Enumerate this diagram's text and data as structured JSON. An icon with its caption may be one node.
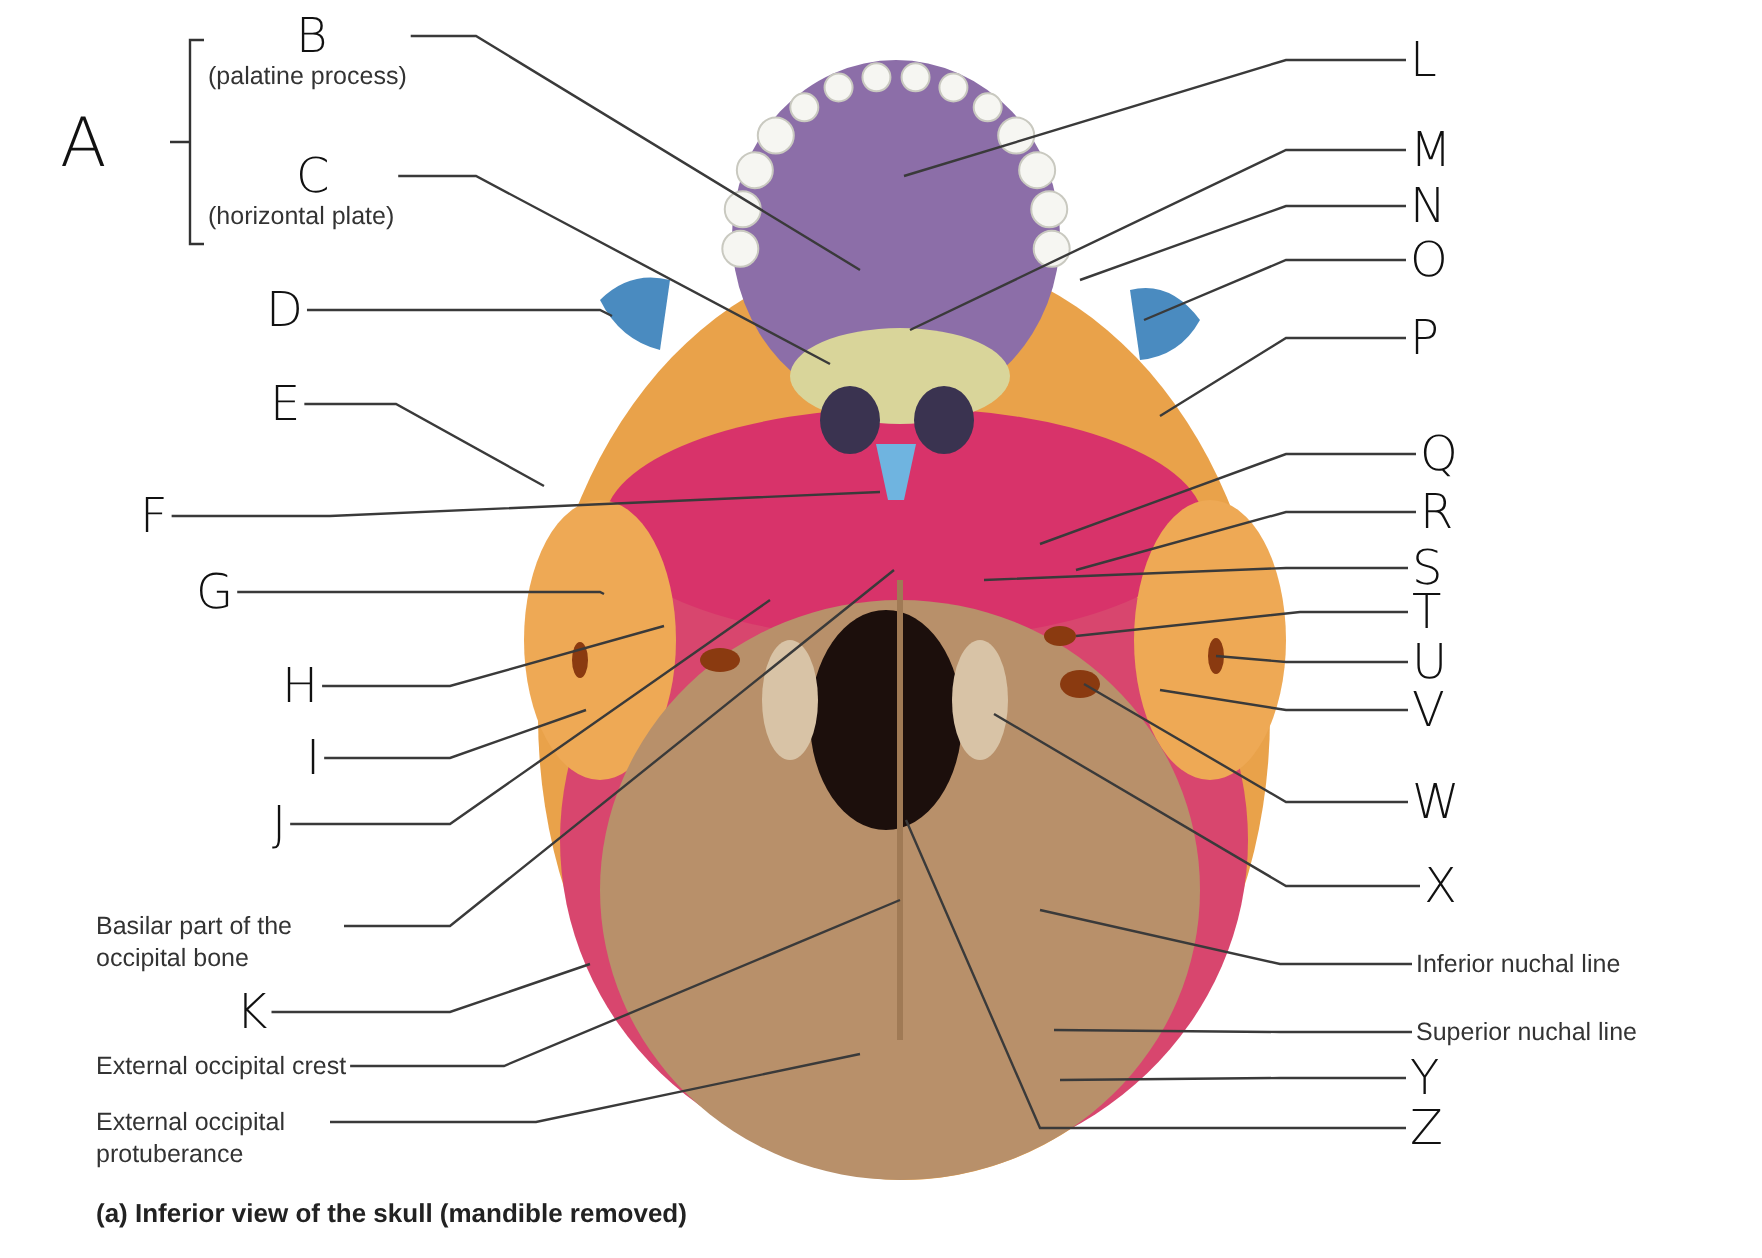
{
  "diagram": {
    "caption": "(a) Inferior view of the skull (mandible removed)",
    "nodes": [
      {
        "text": [
          "B",
          "(palatine process)"
        ]
      },
      {
        "text": [
          "C",
          "(horizontal plate)"
        ]
      },
      {
        "text": [
          "D"
        ]
      },
      {
        "text": [
          "E"
        ]
      },
      {
        "text": [
          "F"
        ]
      },
      {
        "text": [
          "G"
        ]
      },
      {
        "text": [
          "H"
        ]
      },
      {
        "text": [
          "I"
        ]
      },
      {
        "text": [
          "J"
        ]
      },
      {
        "text": [
          "Basilar part of the occipital bone"
        ]
      },
      {
        "text": [
          "K"
        ]
      },
      {
        "text": [
          "External occipital crest"
        ]
      },
      {
        "text": [
          "External occipital protuberance"
        ]
      },
      {
        "text": [
          "L"
        ]
      },
      {
        "text": [
          "M"
        ]
      },
      {
        "text": [
          "N"
        ]
      },
      {
        "text": [
          "O"
        ]
      },
      {
        "text": [
          "P"
        ]
      },
      {
        "text": [
          "Q"
        ]
      },
      {
        "text": [
          "R"
        ]
      },
      {
        "text": [
          "S"
        ]
      },
      {
        "text": [
          "T"
        ]
      },
      {
        "text": [
          "U"
        ]
      },
      {
        "text": [
          "V"
        ]
      },
      {
        "text": [
          "W"
        ]
      },
      {
        "text": [
          "X"
        ]
      },
      {
        "text": [
          "Inferior nuchal line"
        ]
      },
      {
        "text": [
          "Superior nuchal line"
        ]
      },
      {
        "text": [
          "Y"
        ]
      },
      {
        "text": [
          "Z"
        ]
      }
    ],
    "edges": [
      {
        "from": 0,
        "to": null,
        "arrow": "none"
      },
      {
        "from": 1,
        "to": null,
        "arrow": "none"
      },
      {
        "from": 2,
        "to": null,
        "arrow": "none"
      },
      {
        "from": 3,
        "to": null,
        "arrow": "none"
      },
      {
        "from": 4,
        "to": null,
        "arrow": "none"
      },
      {
        "from": 5,
        "to": null,
        "arrow": "none"
      },
      {
        "from": 6,
        "to": null,
        "arrow": "none"
      },
      {
        "from": 7,
        "to": null,
        "arrow": "none"
      },
      {
        "from": 8,
        "to": null,
        "arrow": "none"
      },
      {
        "from": 9,
        "to": null,
        "arrow": "none"
      },
      {
        "from": 10,
        "to": null,
        "arrow": "none"
      },
      {
        "from": 11,
        "to": null,
        "arrow": "none"
      },
      {
        "from": 12,
        "to": null,
        "arrow": "none"
      },
      {
        "from": 13,
        "to": null,
        "arrow": "none"
      },
      {
        "from": 14,
        "to": null,
        "arrow": "none"
      },
      {
        "from": 15,
        "to": null,
        "arrow": "none"
      },
      {
        "from": 16,
        "to": null,
        "arrow": "none"
      },
      {
        "from": 17,
        "to": null,
        "arrow": "none"
      },
      {
        "from": 18,
        "to": null,
        "arrow": "none"
      },
      {
        "from": 19,
        "to": null,
        "arrow": "none"
      },
      {
        "from": 20,
        "to": null,
        "arrow": "none"
      },
      {
        "from": 21,
        "to": null,
        "arrow": "none"
      },
      {
        "from": 22,
        "to": null,
        "arrow": "none"
      },
      {
        "from": 23,
        "to": null,
        "arrow": "none"
      },
      {
        "from": 24,
        "to": null,
        "arrow": "none"
      },
      {
        "from": 25,
        "to": null,
        "arrow": "none"
      },
      {
        "from": 26,
        "to": null,
        "arrow": "none"
      },
      {
        "from": 27,
        "to": null,
        "arrow": "none"
      },
      {
        "from": 28,
        "to": null,
        "arrow": "none"
      },
      {
        "from": 29,
        "to": null,
        "arrow": "none"
      }
    ],
    "labels": [
      "A"
    ]
  }
}
